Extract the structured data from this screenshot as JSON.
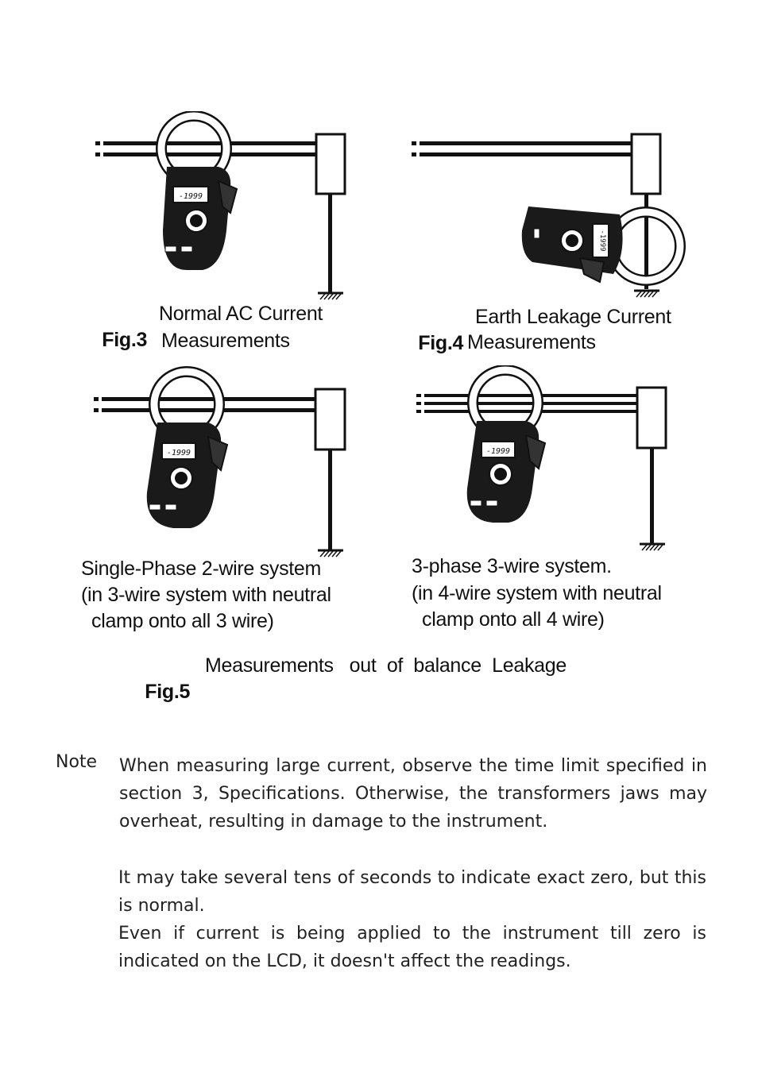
{
  "figures": {
    "fig3": {
      "number": "Fig.3",
      "caption_line1": "Normal AC Current",
      "caption_line2": "Measurements",
      "lcd": "-1999"
    },
    "fig4": {
      "number": "Fig.4",
      "caption_line1": "Earth Leakage Current",
      "caption_line2": "Measurements",
      "lcd": "-1999"
    },
    "fig5a": {
      "line1": "Single-Phase 2-wire system",
      "line2": "(in 3-wire system with neutral",
      "line3": "clamp onto all 3 wire)",
      "lcd": "-1999"
    },
    "fig5b": {
      "line1": "3-phase 3-wire system.",
      "line2": "(in 4-wire system with neutral",
      "line3": "clamp onto all 4 wire)",
      "lcd": "-1999"
    },
    "fig5": {
      "number": "Fig.5",
      "caption": "Measurements   out  of  balance  Leakage"
    }
  },
  "note": {
    "label": "Note",
    "paragraph1": "When measuring large current, observe the time limit specified in section 3, Specifications. Otherwise, the transformers jaws may overheat, resulting in damage to the instrument.",
    "paragraph2a": "It may take several tens of seconds to indicate exact zero, but this is normal.",
    "paragraph2b": "Even if current is being applied to the instrument till zero is indicated on the LCD, it doesn't affect the readings."
  }
}
